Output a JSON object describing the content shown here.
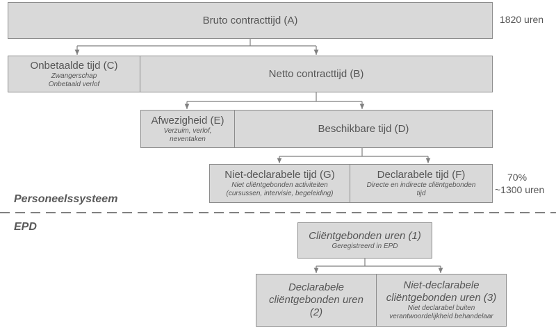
{
  "boxes": {
    "a": {
      "title": "Bruto contracttijd (A)"
    },
    "c": {
      "title": "Onbetaalde tijd (C)",
      "sub1": "Zwangerschap",
      "sub2": "Onbetaald verlof"
    },
    "b": {
      "title": "Netto contracttijd (B)"
    },
    "e": {
      "title": "Afwezigheid (E)",
      "sub1": "Verzuim, verlof,",
      "sub2": "neventaken"
    },
    "d": {
      "title": "Beschikbare tijd (D)"
    },
    "g": {
      "title": "Niet-declarabele tijd (G)",
      "sub1": "Niet cliëntgebonden activiteiten",
      "sub2": "(cursussen, intervisie, begeleiding)"
    },
    "f": {
      "title": "Declarabele tijd (F)",
      "sub1": "Directe en indirecte cliëntgebonden",
      "sub2": "tijd"
    },
    "one": {
      "title": "Cliëntgebonden uren (1)",
      "sub1": "Geregistreerd in EPD"
    },
    "two": {
      "line1": "Declarabele",
      "line2": "cliëntgebonden uren",
      "line3": "(2)"
    },
    "three": {
      "line1": "Niet-declarabele",
      "line2": "cliëntgebonden uren (3)",
      "sub1": "Niet declarabel buiten",
      "sub2": "verantwoordelijkheid behandelaar"
    }
  },
  "side": {
    "bruto_hours": "1820 uren",
    "pct": "70%",
    "approx_hours": "~1300 uren"
  },
  "sections": {
    "personeel": "Personeelssysteem",
    "epd": "EPD"
  },
  "colors": {
    "box_fill": "#d9d9d9",
    "box_border": "#8c8c8c",
    "text": "#555555",
    "connector": "#7f7f7f"
  }
}
